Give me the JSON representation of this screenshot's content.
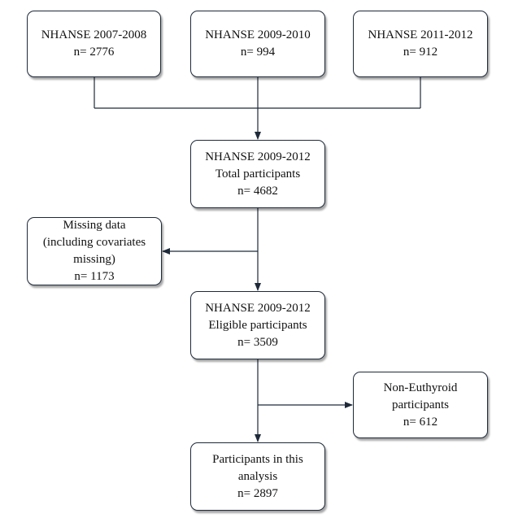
{
  "boxes": {
    "nhanse_2007_2008": {
      "line1": "NHANSE 2007-2008",
      "line2": "n= 2776"
    },
    "nhanse_2009_2010": {
      "line1": "NHANSE 2009-2010",
      "line2": "n= 994"
    },
    "nhanse_2011_2012": {
      "line1": "NHANSE 2011-2012",
      "line2": "n= 912"
    },
    "total": {
      "line1": "NHANSE 2009-2012",
      "line2": "Total participants",
      "line3": "n= 4682"
    },
    "missing": {
      "line1": "Missing data",
      "line2": "(including covariates",
      "line3": "missing)",
      "line4": "n= 1173"
    },
    "eligible": {
      "line1": "NHANSE 2009-2012",
      "line2": "Eligible participants",
      "line3": "n= 3509"
    },
    "non_euthyroid": {
      "line1": "Non-Euthyroid",
      "line2": "participants",
      "line3": "n= 612"
    },
    "analysis": {
      "line1": "Participants in this",
      "line2": "analysis",
      "line3": "n= 2897"
    }
  },
  "colors": {
    "line": "#1e2a3a",
    "border": "#1e2a3a",
    "text": "#111111"
  }
}
